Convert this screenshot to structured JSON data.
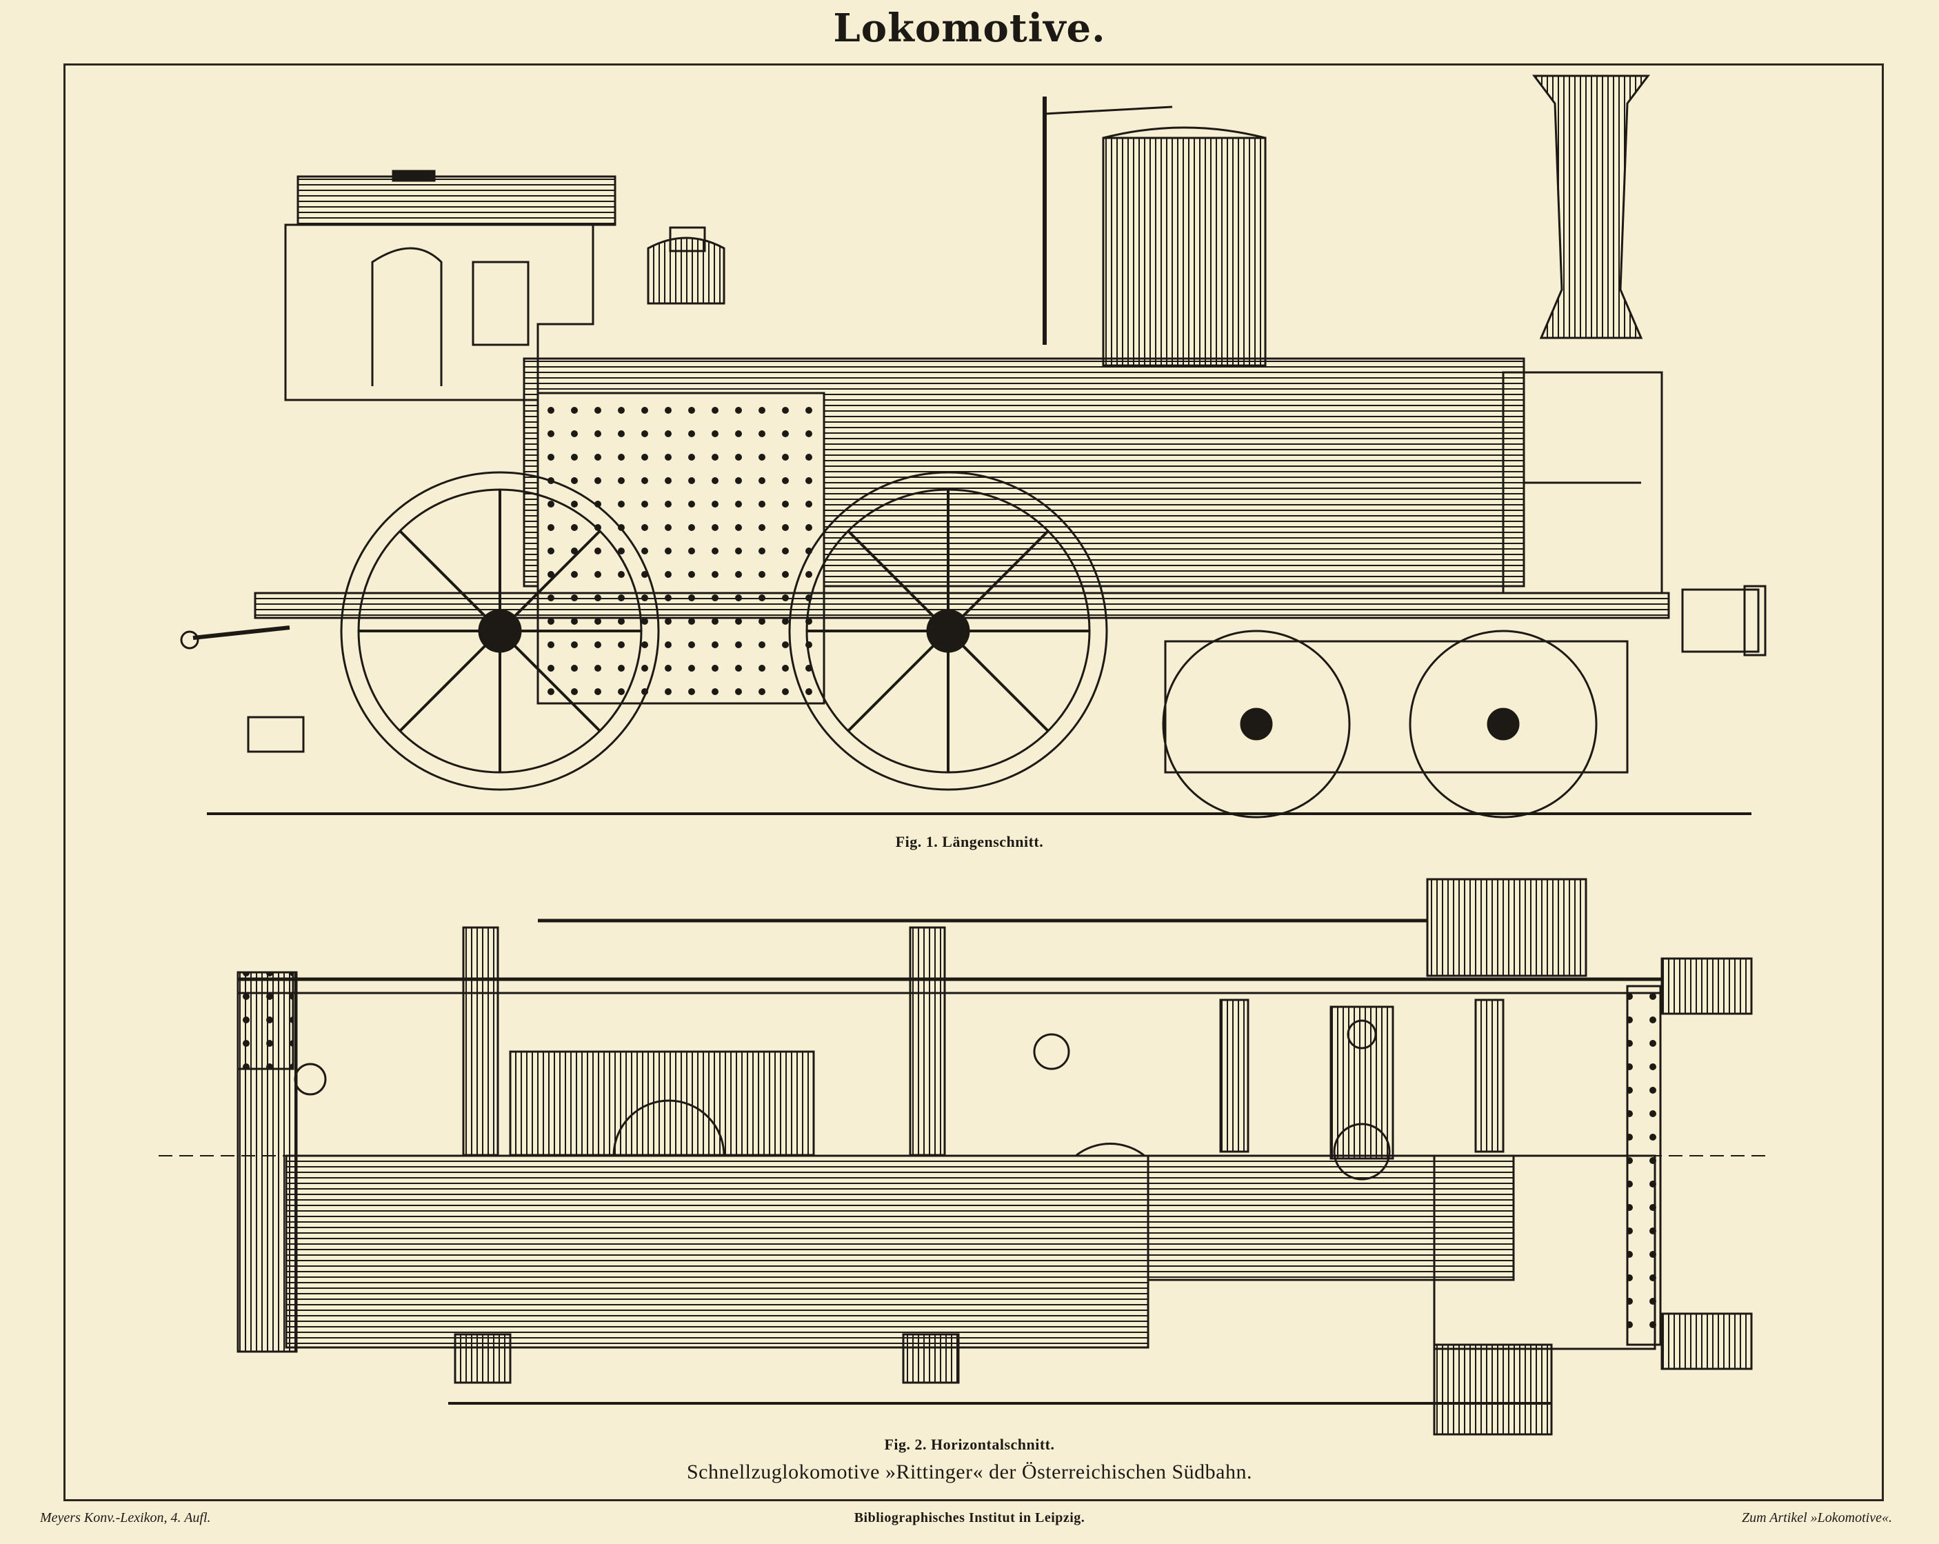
{
  "plate": {
    "title": "Lokomotive."
  },
  "figures": [
    {
      "caption": "Fig. 1.  Längenschnitt."
    },
    {
      "caption": "Fig. 2.  Horizontalschnitt."
    }
  ],
  "main_caption": "Schnellzuglokomotive »Rittinger« der Österreichischen Südbahn.",
  "footer": {
    "left": "Meyers Konv.-Lexikon, 4. Aufl.",
    "center": "Bibliographisches Institut in Leipzig.",
    "right": "Zum Artikel »Lokomotive«."
  },
  "colors": {
    "paper": "#f6efd3",
    "ink": "#1d1a16"
  }
}
